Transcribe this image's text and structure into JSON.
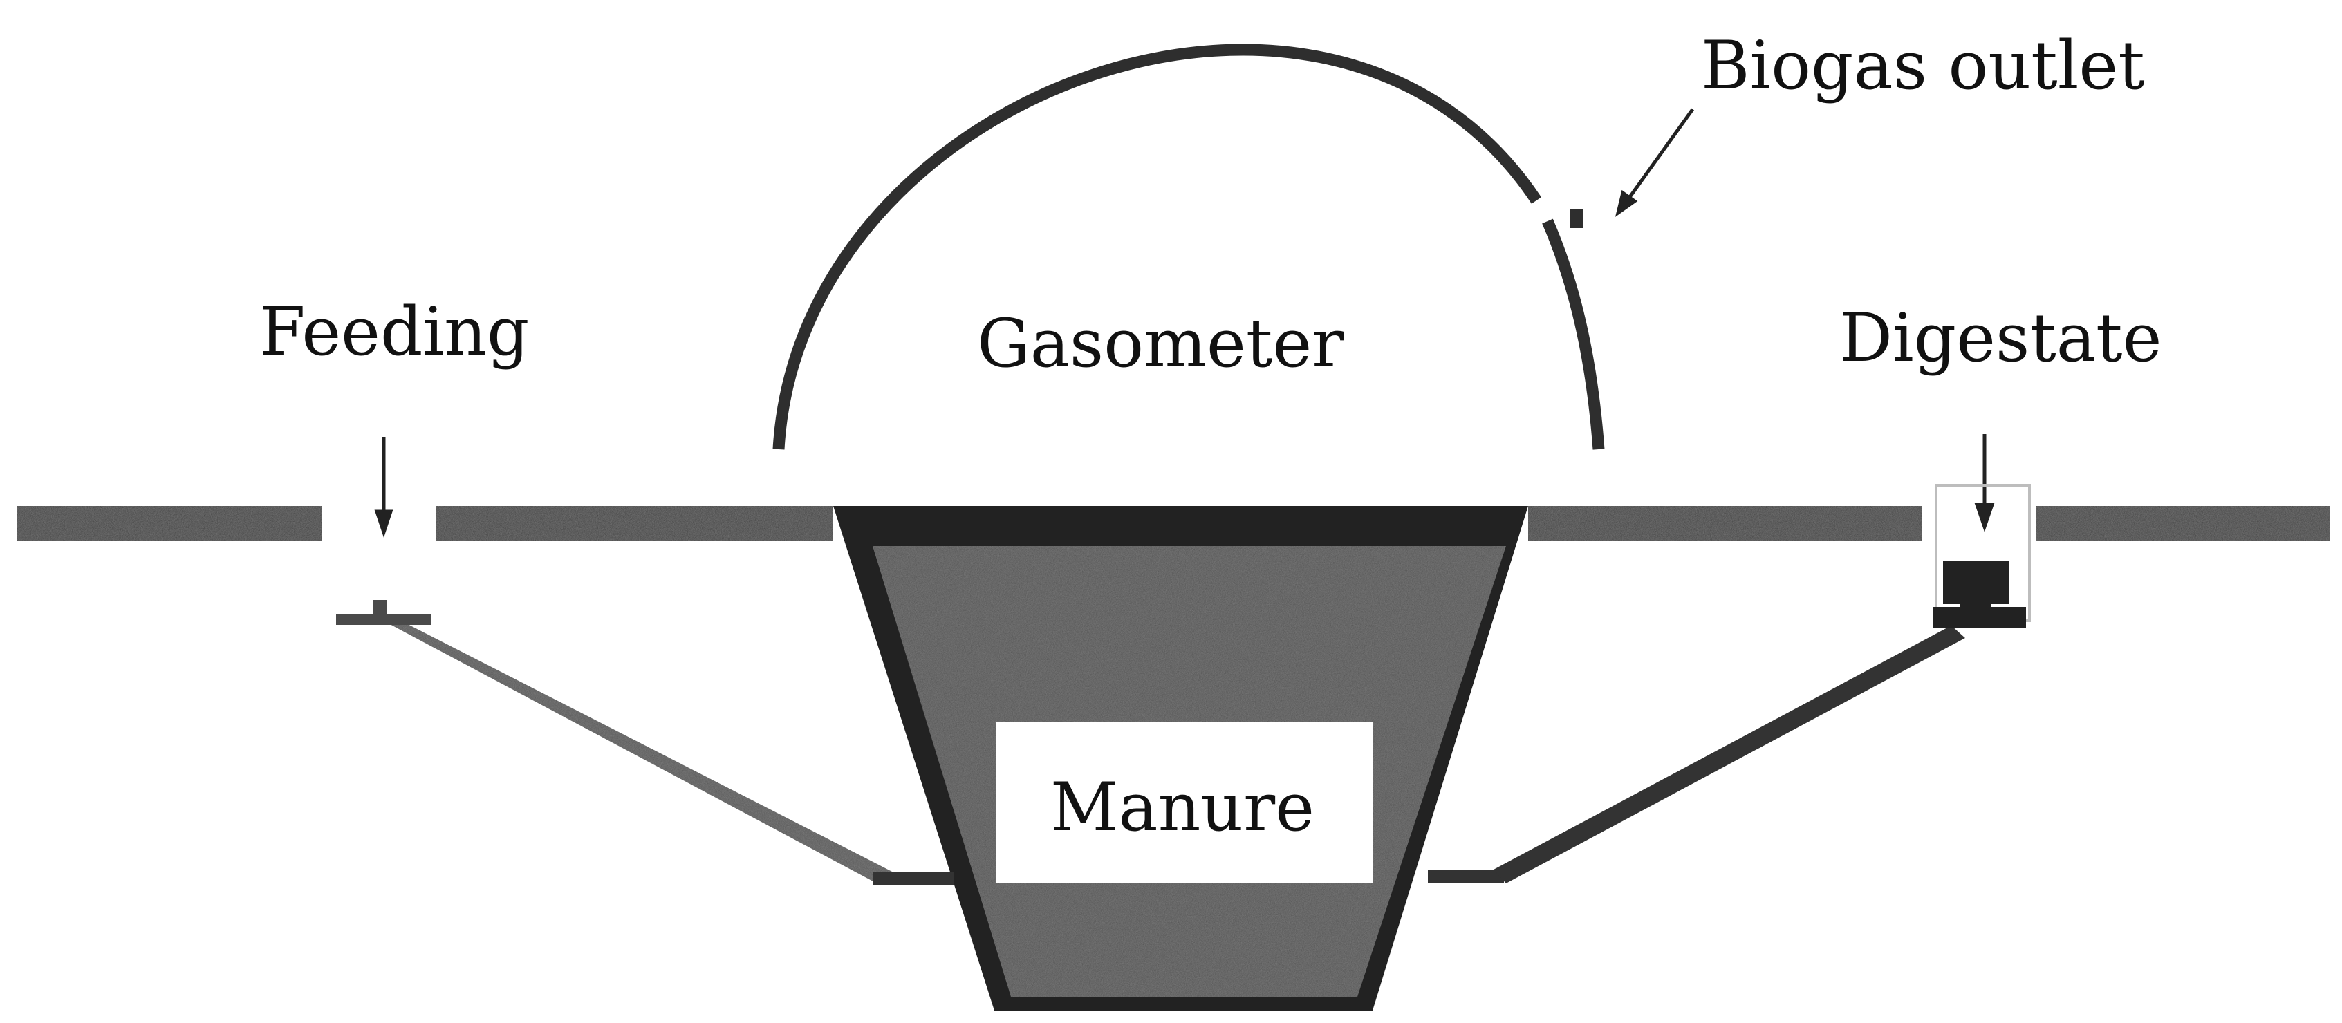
{
  "labels": {
    "biogas_outlet": "Biogas outlet",
    "feeding": "Feeding",
    "gasometer": "Gasometer",
    "digestate": "Digestate",
    "manure": "Manure"
  },
  "colors": {
    "background": "#ffffff",
    "ground": "#3a3a3a",
    "dome": "#2e2e2e",
    "pit_outline": "#222222",
    "manure_fill": "#4f4f4f",
    "pipe": "#333333",
    "label_box": "#ffffff",
    "text": "#111111"
  }
}
